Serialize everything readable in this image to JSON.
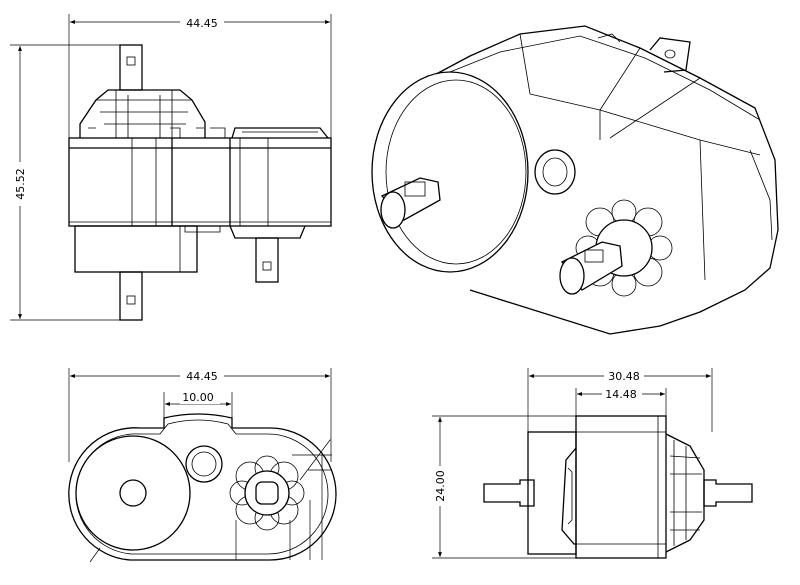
{
  "drawing": {
    "views": {
      "top_view": {
        "width_dimension": "44.45",
        "height_dimension": "45.52"
      },
      "front_view": {
        "width_dimension": "44.45",
        "tab_dimension": "10.00"
      },
      "side_view": {
        "overall_dimension": "30.48",
        "body_dimension": "14.48",
        "height_dimension": "24.00"
      }
    },
    "colors": {
      "line": "#000000",
      "background": "#ffffff"
    }
  }
}
